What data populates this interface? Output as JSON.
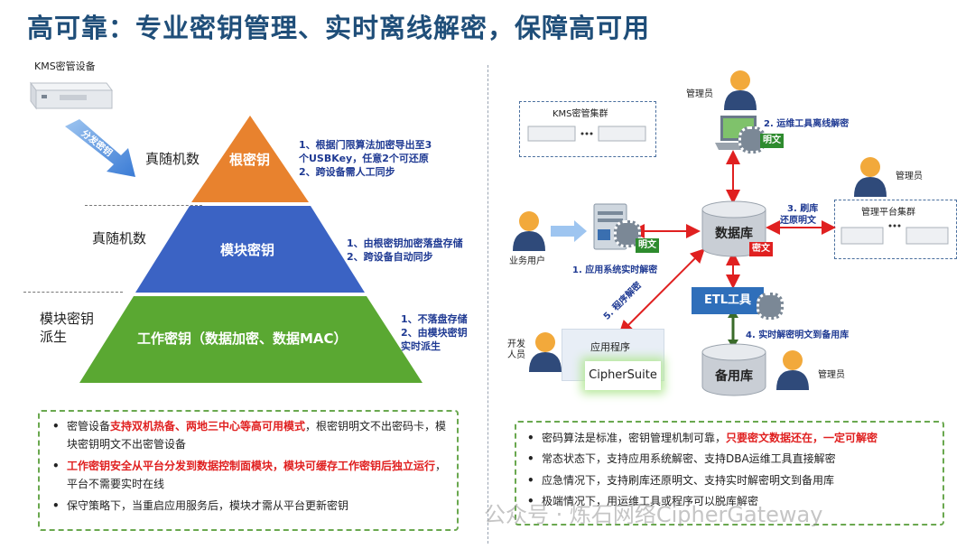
{
  "title": "高可靠：专业密钥管理、实时离线解密，保障高可用",
  "left": {
    "device_label": "KMS密管设备",
    "arrow_label": "分发密钥",
    "row_labels": {
      "root": "真随机数",
      "module": "真随机数",
      "work": "模块密钥\n派生"
    },
    "pyramid": {
      "root": "根密钥",
      "module": "模块密钥",
      "work": "工作密钥（数据加密、数据MAC）"
    },
    "notes": {
      "root": [
        "1、根据门限算法加密导出至3",
        "个USBKey，任意2个可还原",
        "2、跨设备需人工同步"
      ],
      "module": [
        "1、由根密钥加密落盘存储",
        "2、跨设备自动同步"
      ],
      "work": [
        "1、不落盘存储",
        "2、由模块密钥",
        "实时派生"
      ]
    },
    "bullets": [
      {
        "a": "密管设备",
        "b": "支持双机热备、两地三中心等高可用模式",
        "c": "，根密钥明文不出密码卡，模块密钥明文不出密管设备"
      },
      {
        "a": "",
        "b": "工作密钥安全从平台分发到数据控制面模块，模块可缓存工作密钥后独立运行",
        "c": "，平台不需要实时在线"
      },
      {
        "a": "保守策略下，当重启应用服务后，模块才需从平台更新密钥",
        "b": "",
        "c": ""
      }
    ]
  },
  "right": {
    "kms_cluster": "KMS密管集群",
    "mgmt_cluster": "管理平台集群",
    "admin_top": "管理员",
    "admin_right": "管理员",
    "admin_bottom": "管理员",
    "business_user": "业务用户",
    "developer": "开发\n人员",
    "database": "数据库",
    "etl": "ETL工具",
    "backup_db": "备用库",
    "app_title": "应用程序",
    "app_sdk": "CipherSuite",
    "tag_plain": "明文",
    "tag_cipher": "密文",
    "edges": {
      "e1": "1. 应用系统实时解密",
      "e2": "2. 运维工具离线解密",
      "e3a": "3. 刷库",
      "e3b": "还原明文",
      "e4": "4. 实时解密明文到备用库",
      "e5": "5. 程序解密"
    },
    "bullets": [
      {
        "a": "密码算法是标准，密钥管理机制可靠，",
        "b": "只要密文数据还在，一定可解密"
      },
      {
        "a": "常态状态下，支持应用系统解密、支持DBA运维工具直接解密",
        "b": ""
      },
      {
        "a": "应急情况下，支持刷库还原明文、支持实时解密明文到备用库",
        "b": ""
      },
      {
        "a": "极端情况下，用运维工具或程序可以脱库解密",
        "b": ""
      }
    ]
  },
  "watermark": "公众号 · 炼石网络CipherGateway",
  "colors": {
    "orange": "#e8822e",
    "blue": "#3b63c4",
    "green": "#5aa832",
    "title": "#1f4e79",
    "red": "#e02020"
  }
}
